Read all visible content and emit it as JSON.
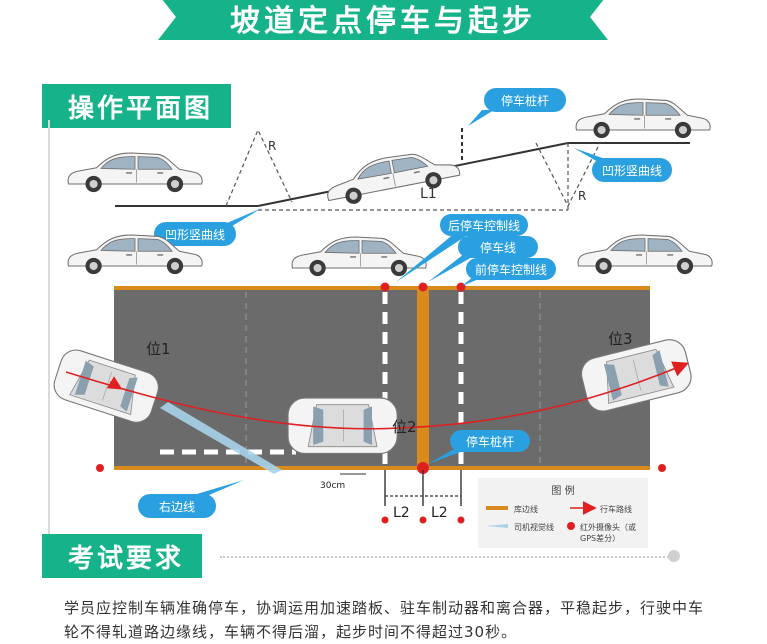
{
  "banner": {
    "title": "坡道定点停车与起步"
  },
  "sections": {
    "plan": "操作平面图",
    "requirements": "考试要求"
  },
  "slope": {
    "r_left": "R",
    "r_right": "R",
    "l1": "L1",
    "callout_pole": "停车桩杆",
    "callout_concave_left": "凹形竖曲线",
    "callout_concave_right": "凹形竖曲线"
  },
  "plan": {
    "callout_rear_line": "后停车控制线",
    "callout_stop_line": "停车线",
    "callout_front_line": "前停车控制线",
    "callout_pole": "停车桩杆",
    "callout_right_edge": "右边线",
    "pos1": "位1",
    "pos2": "位2",
    "pos3": "位3",
    "dim_30cm": "30cm",
    "l2_left": "L2",
    "l2_right": "L2"
  },
  "legend": {
    "title": "图  例",
    "items": [
      {
        "label": "库边线",
        "color": "#d98a1c"
      },
      {
        "label": "行车路线",
        "color": "#e02020"
      },
      {
        "label": "司机视觉线",
        "color": "#a9d3ea"
      },
      {
        "label": "红外摄像头（或GPS差分）",
        "color": "#e02020"
      }
    ],
    "camera_label_1": "红外摄像头（或",
    "camera_label_2": "GPS差分）"
  },
  "requirements": {
    "text": "学员应控制车辆准确停车，协调运用加速踏板、驻车制动器和离合器，平稳起步，行驶中车轮不得轧道路边缘线，车辆不得后溜，起步时间不得超过30秒。"
  },
  "colors": {
    "accent": "#16b38a",
    "callout": "#2aa0e0",
    "road": "#6b6b6b",
    "curb": "#d98a1c",
    "route": "#e02020"
  }
}
